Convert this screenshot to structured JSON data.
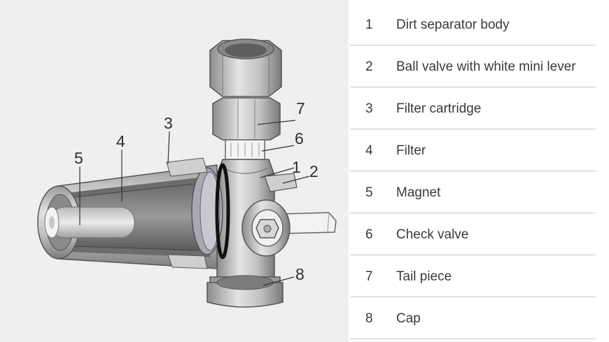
{
  "diagram": {
    "callouts": [
      "1",
      "2",
      "3",
      "4",
      "5",
      "6",
      "7",
      "8"
    ]
  },
  "parts": [
    {
      "number": "1",
      "label": "Dirt separator body"
    },
    {
      "number": "2",
      "label": "Ball valve with white mini lever"
    },
    {
      "number": "3",
      "label": "Filter cartridge"
    },
    {
      "number": "4",
      "label": "Filter"
    },
    {
      "number": "5",
      "label": "Magnet"
    },
    {
      "number": "6",
      "label": "Check valve"
    },
    {
      "number": "7",
      "label": "Tail piece"
    },
    {
      "number": "8",
      "label": "Cap"
    }
  ]
}
